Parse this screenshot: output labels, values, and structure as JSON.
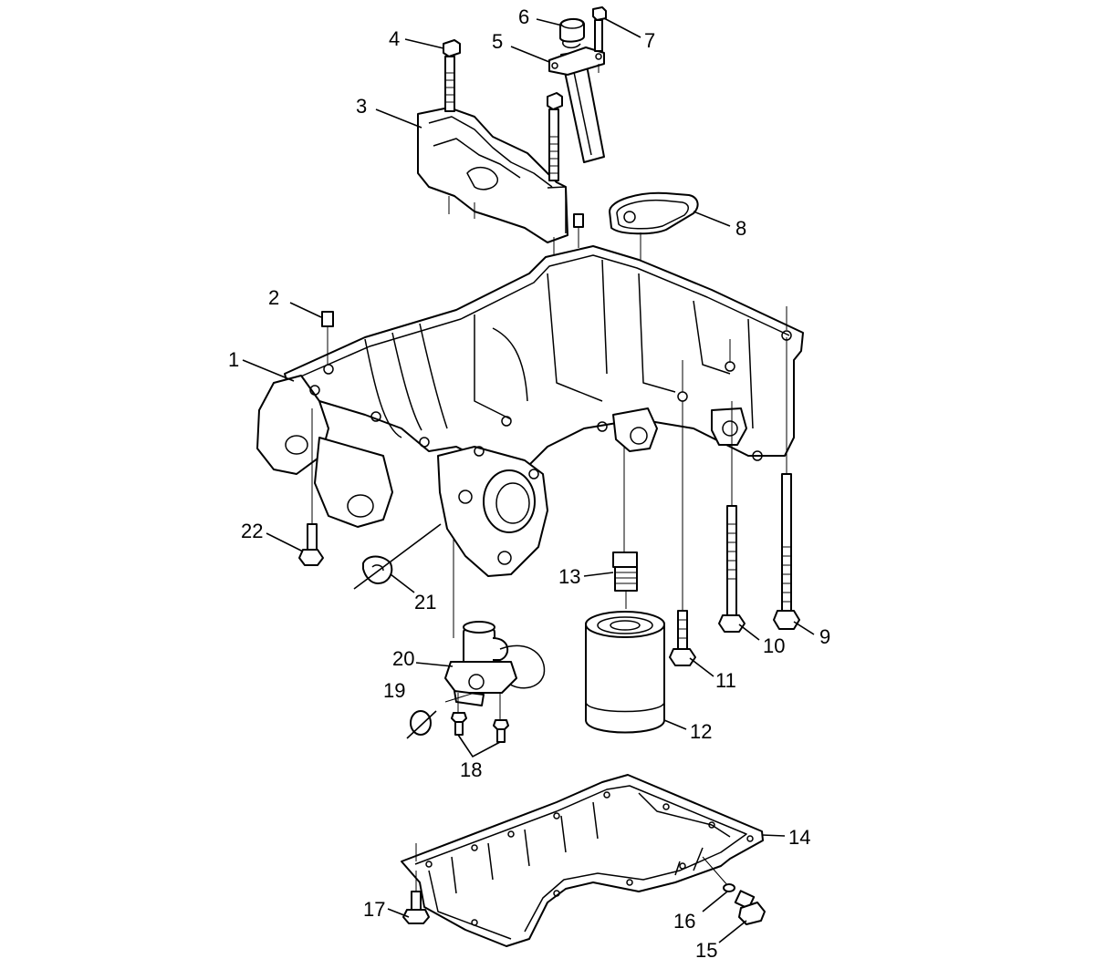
{
  "diagram": {
    "callouts": [
      {
        "id": "1",
        "label": "1"
      },
      {
        "id": "2",
        "label": "2"
      },
      {
        "id": "3",
        "label": "3"
      },
      {
        "id": "4",
        "label": "4"
      },
      {
        "id": "5",
        "label": "5"
      },
      {
        "id": "6",
        "label": "6"
      },
      {
        "id": "7",
        "label": "7"
      },
      {
        "id": "8",
        "label": "8"
      },
      {
        "id": "9",
        "label": "9"
      },
      {
        "id": "10",
        "label": "10"
      },
      {
        "id": "11",
        "label": "11"
      },
      {
        "id": "12",
        "label": "12"
      },
      {
        "id": "13",
        "label": "13"
      },
      {
        "id": "14",
        "label": "14"
      },
      {
        "id": "15",
        "label": "15"
      },
      {
        "id": "16",
        "label": "16"
      },
      {
        "id": "17",
        "label": "17"
      },
      {
        "id": "18",
        "label": "18"
      },
      {
        "id": "19",
        "label": "19"
      },
      {
        "id": "20",
        "label": "20"
      },
      {
        "id": "21",
        "label": "21"
      },
      {
        "id": "22",
        "label": "22"
      }
    ]
  }
}
